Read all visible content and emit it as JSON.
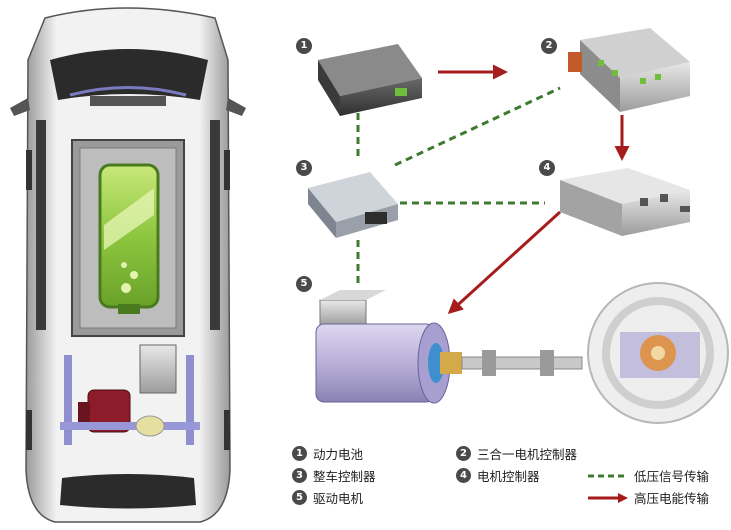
{
  "components": [
    {
      "num": "1",
      "label": "动力电池"
    },
    {
      "num": "2",
      "label": "三合一电机控制器"
    },
    {
      "num": "3",
      "label": "整车控制器"
    },
    {
      "num": "4",
      "label": "电机控制器"
    },
    {
      "num": "5",
      "label": "驱动电机"
    }
  ],
  "legend": {
    "low_voltage": "低压信号传输",
    "high_voltage": "高压电能传输"
  },
  "colors": {
    "low_voltage_line": "#3d7a2e",
    "high_voltage_line": "#a51d1d",
    "battery_green": "#8dc63f",
    "motor_purple": "#b9b1d8"
  }
}
